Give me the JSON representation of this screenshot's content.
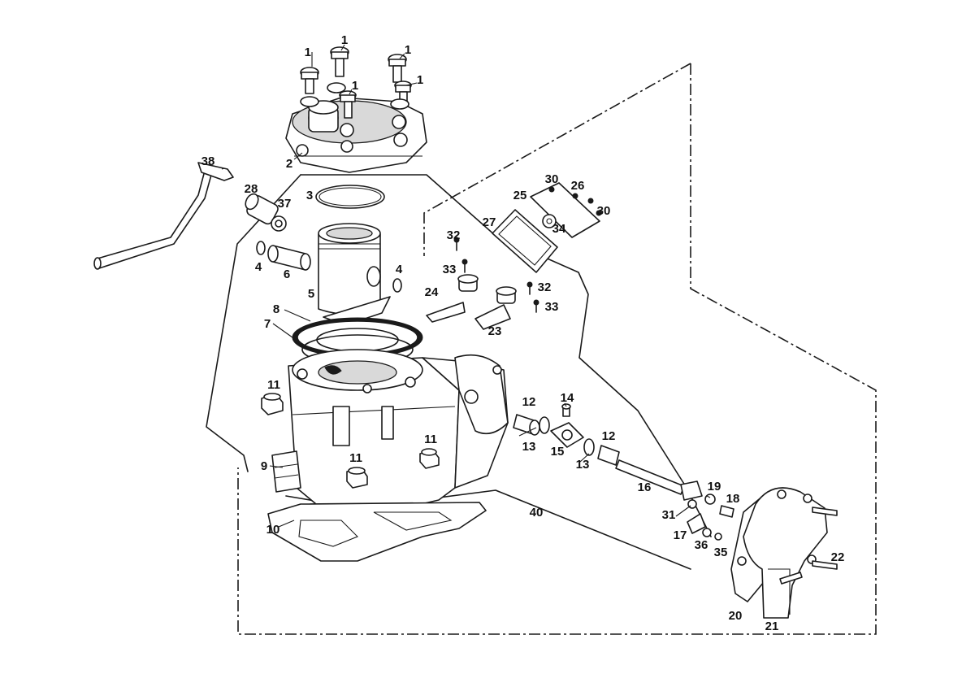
{
  "callouts": [
    {
      "text": "1"
    },
    {
      "text": "1"
    },
    {
      "text": "1"
    },
    {
      "text": "1"
    },
    {
      "text": "1"
    },
    {
      "text": "2"
    },
    {
      "text": "3"
    },
    {
      "text": "4"
    },
    {
      "text": "4"
    },
    {
      "text": "5"
    },
    {
      "text": "6"
    },
    {
      "text": "7"
    },
    {
      "text": "8"
    },
    {
      "text": "9"
    },
    {
      "text": "10"
    },
    {
      "text": "11"
    },
    {
      "text": "11"
    },
    {
      "text": "11"
    },
    {
      "text": "12"
    },
    {
      "text": "12"
    },
    {
      "text": "13"
    },
    {
      "text": "13"
    },
    {
      "text": "14"
    },
    {
      "text": "15"
    },
    {
      "text": "16"
    },
    {
      "text": "17"
    },
    {
      "text": "18"
    },
    {
      "text": "19"
    },
    {
      "text": "20"
    },
    {
      "text": "21"
    },
    {
      "text": "22"
    },
    {
      "text": "23"
    },
    {
      "text": "24"
    },
    {
      "text": "25"
    },
    {
      "text": "26"
    },
    {
      "text": "27"
    },
    {
      "text": "28"
    },
    {
      "text": "30"
    },
    {
      "text": "30"
    },
    {
      "text": "31"
    },
    {
      "text": "32"
    },
    {
      "text": "32"
    },
    {
      "text": "33"
    },
    {
      "text": "33"
    },
    {
      "text": "34"
    },
    {
      "text": "35"
    },
    {
      "text": "36"
    },
    {
      "text": "37"
    },
    {
      "text": "38"
    },
    {
      "text": "40"
    }
  ]
}
